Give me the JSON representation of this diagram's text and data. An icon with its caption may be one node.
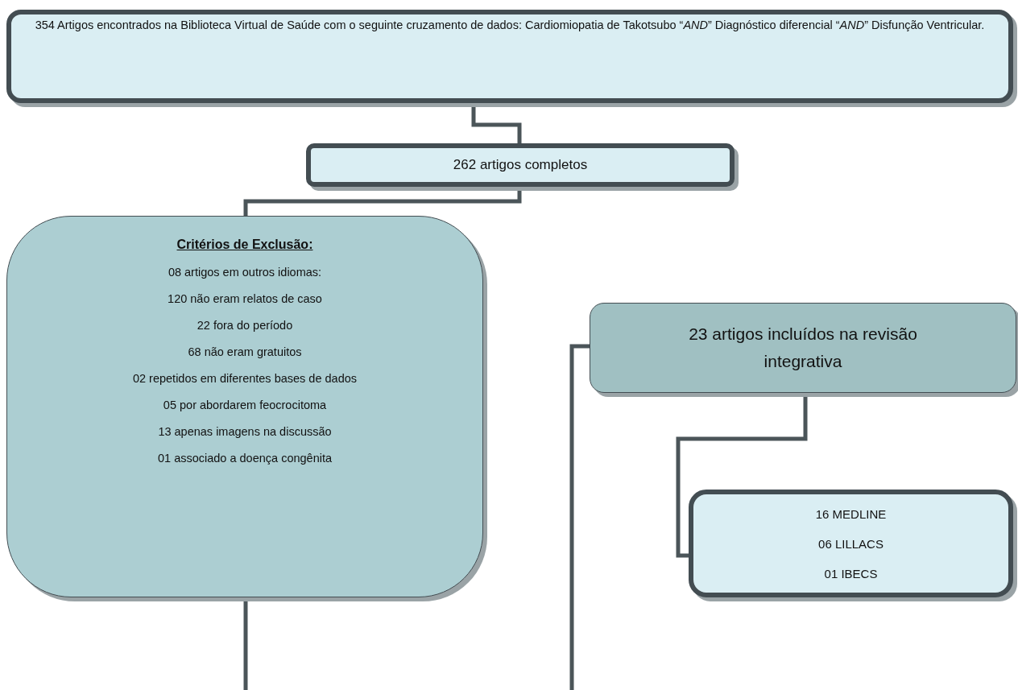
{
  "diagram": {
    "nodes": [
      {
        "text": [
          "354 Artigos encontrados na Biblioteca Virtual de Saúde com o seguinte cruzamento de dados: Cardiomiopatia de Takotsubo “*AND*” Diagnóstico diferencial “*AND*” Disfunção Ventricular."
        ]
      },
      {
        "text": [
          "262 artigos completos"
        ]
      },
      {
        "text": [
          "Critérios de Exclusão:",
          "08 artigos em outros idiomas:",
          "120 não eram relatos de caso",
          "22 fora do período",
          "68 não eram gratuitos",
          "02 repetidos em diferentes bases de dados",
          "05 por abordarem feocrocitoma",
          "13 apenas imagens na discussão",
          "01 associado a doença congênita"
        ]
      },
      {
        "text": [
          "23 artigos incluídos na revisão integrativa"
        ]
      },
      {
        "text": [
          "16 MEDLINE",
          "06 LILLACS",
          "01 IBECS"
        ]
      }
    ],
    "edges": [
      {
        "from": 0,
        "to": 1,
        "arrow": "none"
      },
      {
        "from": 1,
        "to": 2,
        "arrow": "none"
      },
      {
        "from": 2,
        "to": null,
        "arrow": "none"
      },
      {
        "from": null,
        "to": 3,
        "arrow": "none"
      },
      {
        "from": 3,
        "to": 4,
        "arrow": "none"
      }
    ]
  }
}
